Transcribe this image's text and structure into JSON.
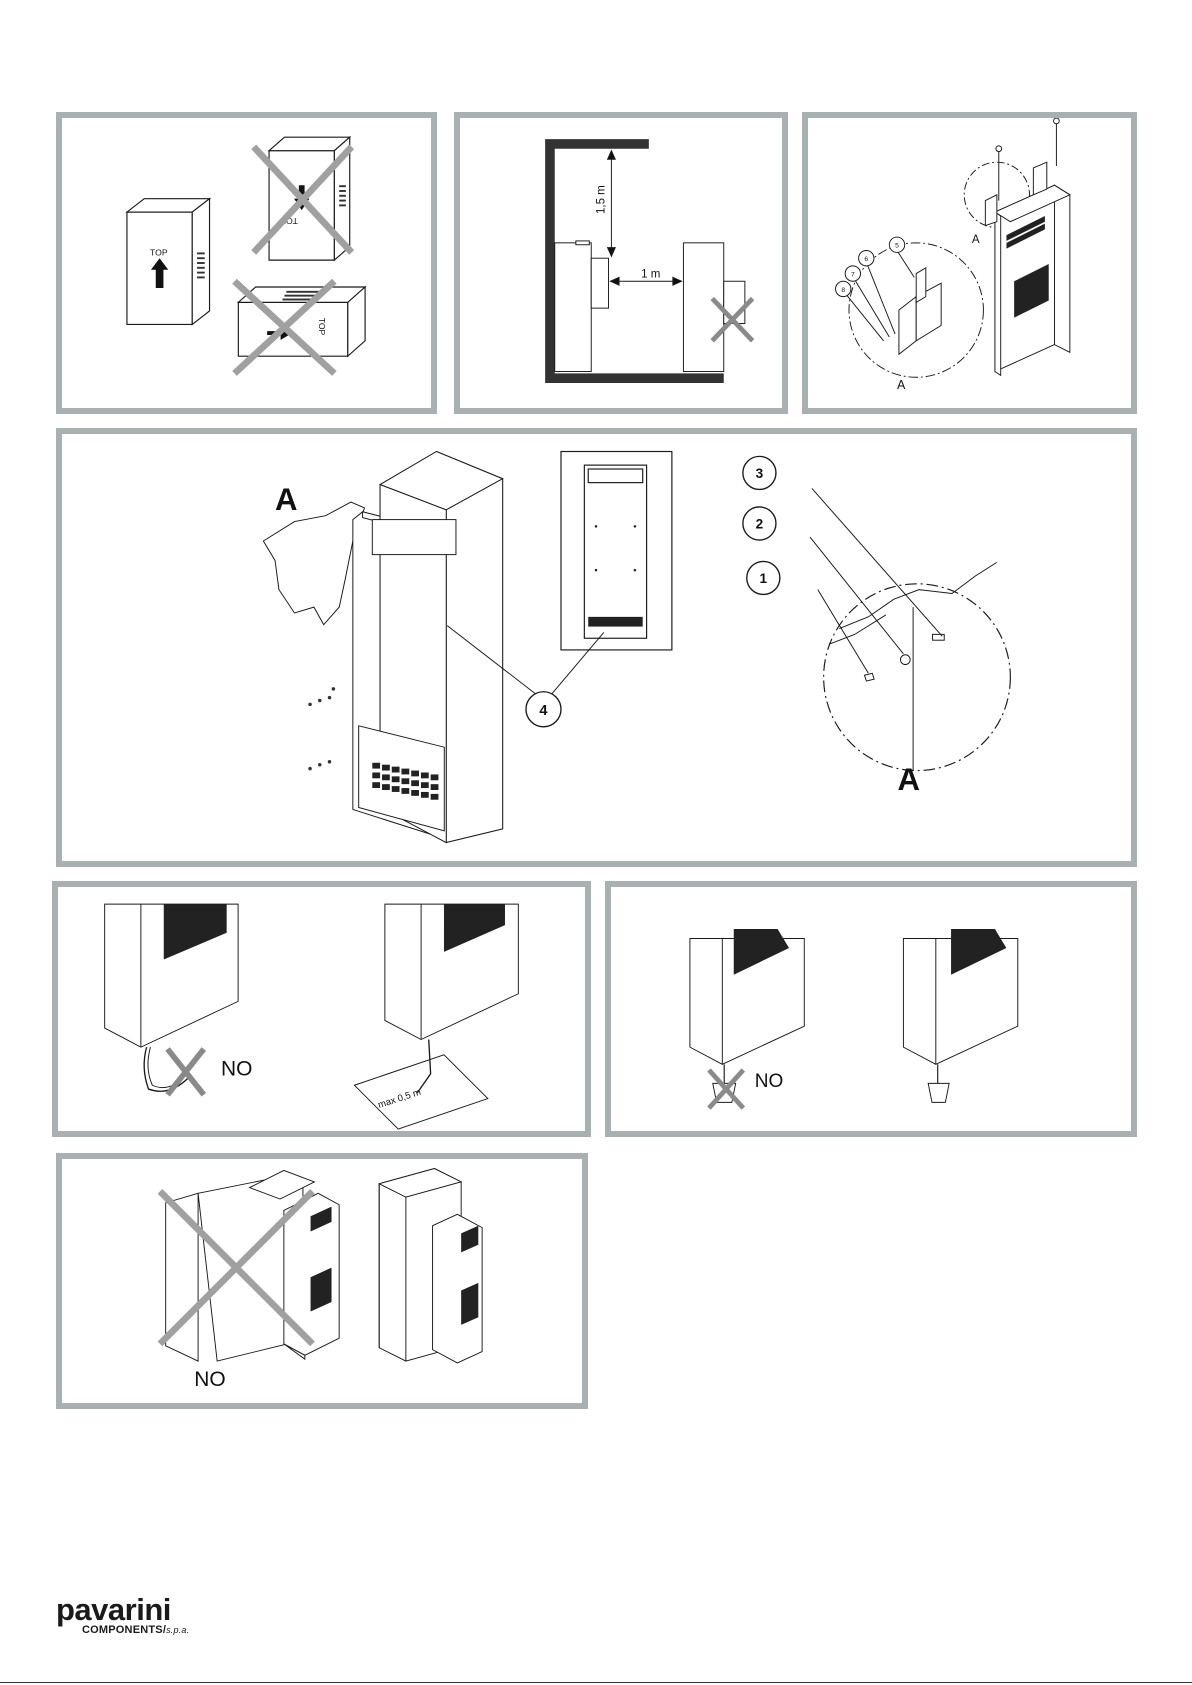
{
  "panel1": {
    "top_label": "TOP"
  },
  "panel2": {
    "dim_vertical": "1,5 m",
    "dim_horizontal": "1 m"
  },
  "panel3": {
    "detail_label": "A",
    "callouts": [
      "5",
      "6",
      "7",
      "8"
    ]
  },
  "panel4": {
    "detail_label": "A",
    "callouts": [
      "1",
      "2",
      "3",
      "4"
    ]
  },
  "panel5": {
    "no_label": "NO",
    "max_label": "max 0,5 m"
  },
  "panel6": {
    "no_label": "NO"
  },
  "panel7": {
    "no_label": "NO"
  },
  "footer": {
    "brand": "pavarini",
    "sub": "COMPONENTS",
    "spa": "s.p.a."
  },
  "colors": {
    "frame": "#a9b0b1",
    "cross": "#9a9a9a",
    "line": "#1a1a1a"
  }
}
